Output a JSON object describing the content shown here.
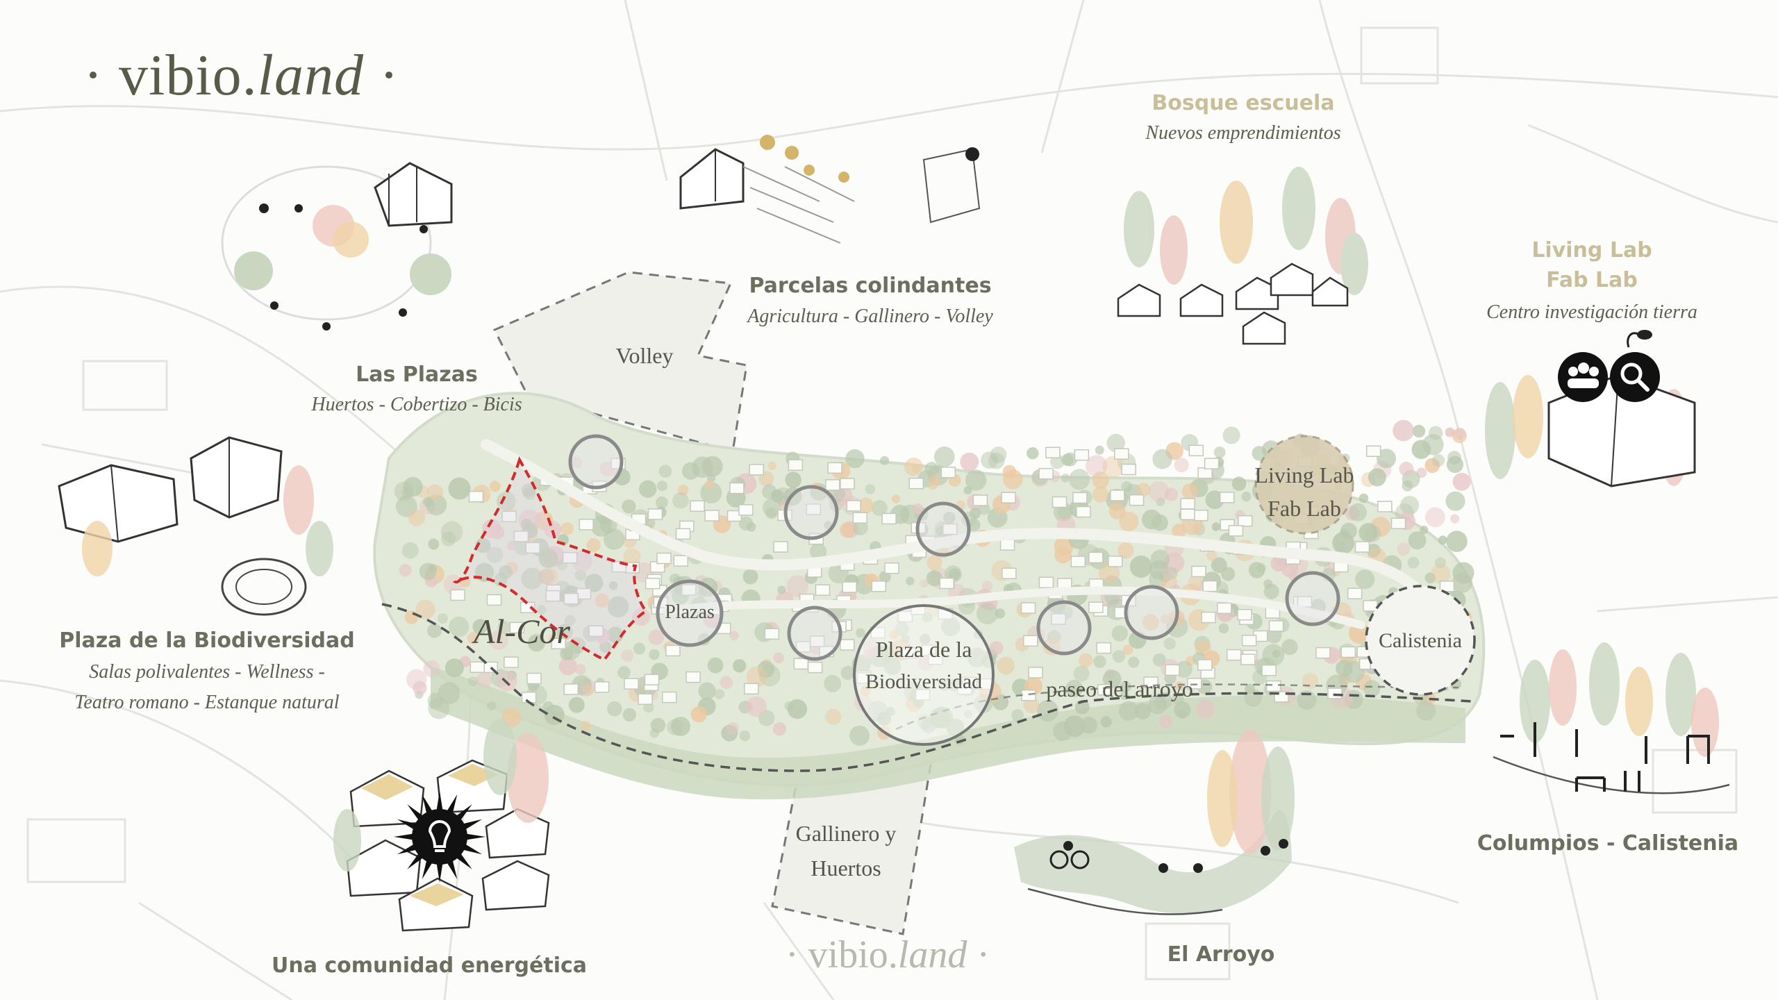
{
  "brand": {
    "name": "vibio.",
    "name_italic": "land",
    "dot": "·"
  },
  "footer_brand": {
    "name": "vibio.",
    "name_italic": "land",
    "dot": "·"
  },
  "zones": {
    "plazas": {
      "title": "Las Plazas",
      "subtitle": "Huertos - Cobertizo - Bicis"
    },
    "parcelas": {
      "title": "Parcelas colindantes",
      "subtitle": "Agricultura - Gallinero - Volley"
    },
    "bosque": {
      "title": "Bosque escuela",
      "subtitle": "Nuevos emprendimientos"
    },
    "living_lab": {
      "title_line1": "Living Lab",
      "title_line2": "Fab Lab",
      "subtitle": "Centro investigación tierra"
    },
    "biodiversidad": {
      "title": "Plaza de la Biodiversidad",
      "subtitle_line1": "Salas polivalentes - Wellness -",
      "subtitle_line2": "Teatro romano - Estanque natural"
    },
    "columpios": {
      "title": "Columpios - Calistenia"
    },
    "energetica": {
      "title": "Una comunidad energética"
    },
    "arroyo": {
      "title": "El Arroyo"
    }
  },
  "map_labels": {
    "volley": "Volley",
    "al_cor": "Al-Cor",
    "plazas": "Plazas",
    "plaza_bio_line1": "Plaza de la",
    "plaza_bio_line2": "Biodiversidad",
    "paseo": "paseo del arroyo",
    "living_lab_line1": "Living Lab",
    "living_lab_line2": "Fab Lab",
    "calistenia": "Calistenia",
    "gallinero_line1": "Gallinero y",
    "gallinero_line2": "Huertos"
  },
  "colors": {
    "site_green": "#dfe6d5",
    "tree_green": "#b9c8ae",
    "tree_pink": "#e6c6c6",
    "tree_orange": "#ecc9a2",
    "alcor_boundary": "#d42a2a",
    "dashed_path": "#555555",
    "circle_stroke": "#8a8a8a",
    "living_lab_fill": "#d8cdb2",
    "gold_title": "#c8bf9a",
    "text_dark": "#5e5e50"
  }
}
